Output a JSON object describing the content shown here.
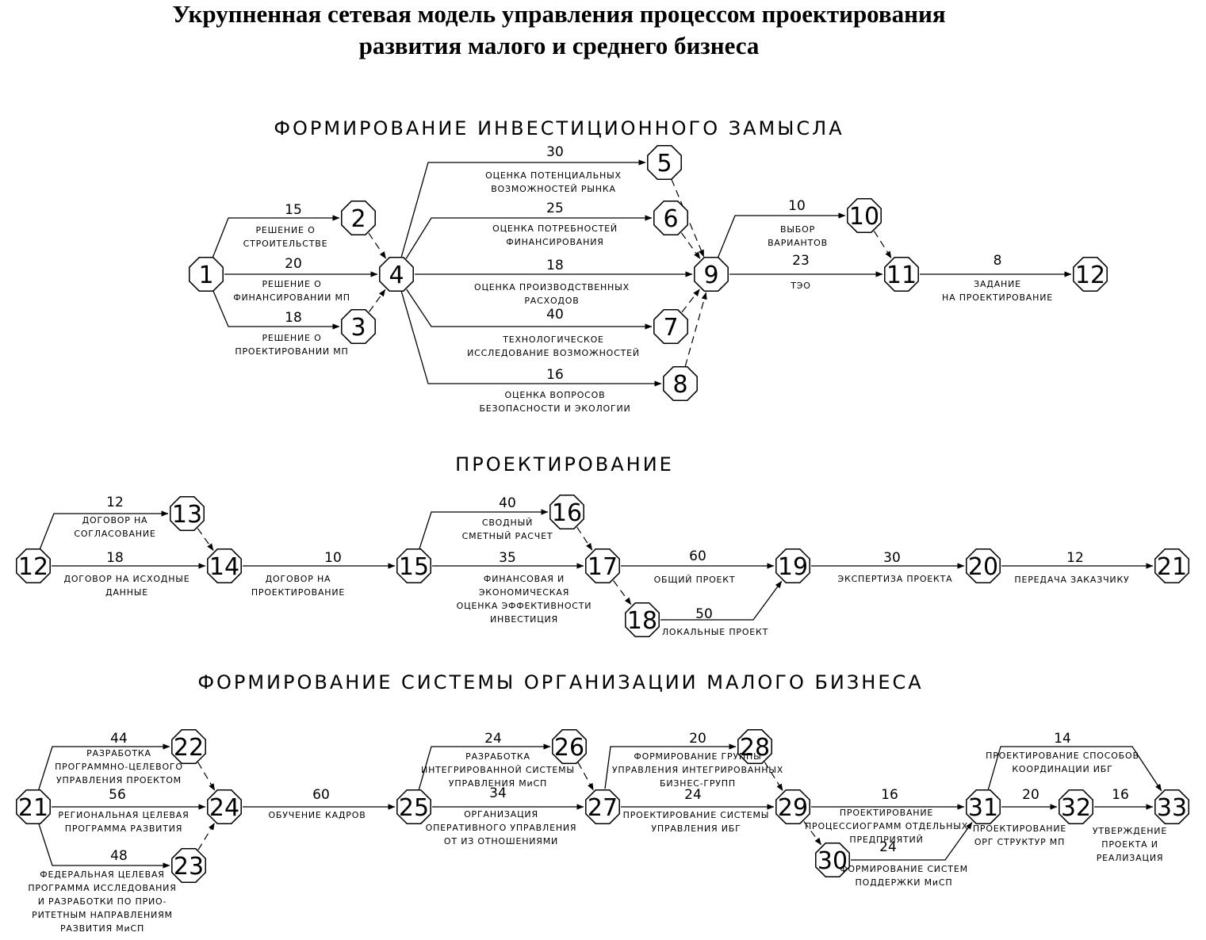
{
  "title": {
    "line1": "Укрупненная сетевая модель управления процессом проектирования",
    "line2": "развития малого и среднего бизнеса"
  },
  "sections": [
    "ФОРМИРОВАНИЕ ИНВЕСТИЦИОННОГО ЗАМЫСЛА",
    "ПРОЕКТИРОВАНИЕ",
    "ФОРМИРОВАНИЕ СИСТЕМЫ ОРГАНИЗАЦИИ МАЛОГО БИЗНЕСА"
  ],
  "nodes": [
    "1",
    "2",
    "3",
    "4",
    "5",
    "6",
    "7",
    "8",
    "9",
    "10",
    "11",
    "12",
    "12",
    "13",
    "14",
    "15",
    "16",
    "17",
    "18",
    "19",
    "20",
    "21",
    "21",
    "22",
    "23",
    "24",
    "25",
    "26",
    "27",
    "28",
    "29",
    "30",
    "31",
    "32",
    "33"
  ],
  "activities": [
    {
      "from": "1",
      "to": "2",
      "duration": "15",
      "label": [
        "РЕШЕНИЕ О",
        "СТРОИТЕЛЬСТВЕ"
      ]
    },
    {
      "from": "1",
      "to": "4",
      "duration": "20",
      "label": [
        "РЕШЕНИЕ О",
        "ФИНАНСИРОВАНИИ МП"
      ]
    },
    {
      "from": "1",
      "to": "3",
      "duration": "18",
      "label": [
        "РЕШЕНИЕ О",
        "ПРОЕКТИРОВАНИИ МП"
      ]
    },
    {
      "from": "4",
      "to": "5",
      "duration": "30",
      "label": [
        "ОЦЕНКА ПОТЕНЦИАЛЬНЫХ",
        "ВОЗМОЖНОСТЕЙ РЫНКА"
      ]
    },
    {
      "from": "4",
      "to": "6",
      "duration": "25",
      "label": [
        "ОЦЕНКА ПОТРЕБНОСТЕЙ",
        "ФИНАНСИРОВАНИЯ"
      ]
    },
    {
      "from": "4",
      "to": "9",
      "duration": "18",
      "label": [
        "ОЦЕНКА ПРОИЗВОДСТВЕННЫХ",
        "РАСХОДОВ"
      ]
    },
    {
      "from": "4",
      "to": "7",
      "duration": "40",
      "label": [
        "ТЕХНОЛОГИЧЕСКОЕ",
        "ИССЛЕДОВАНИЕ ВОЗМОЖНОСТЕЙ"
      ]
    },
    {
      "from": "4",
      "to": "8",
      "duration": "16",
      "label": [
        "ОЦЕНКА ВОПРОСОВ",
        "БЕЗОПАСНОСТИ И ЭКОЛОГИИ"
      ]
    },
    {
      "from": "9",
      "to": "10",
      "duration": "10",
      "label": [
        "ВЫБОР",
        "ВАРИАНТОВ"
      ]
    },
    {
      "from": "9",
      "to": "11",
      "duration": "23",
      "label": [
        "ТЭО"
      ]
    },
    {
      "from": "11",
      "to": "12",
      "duration": "8",
      "label": [
        "ЗАДАНИЕ",
        "НА ПРОЕКТИРОВАНИЕ"
      ]
    },
    {
      "from": "12",
      "to": "13",
      "duration": "12",
      "label": [
        "ДОГОВОР НА",
        "СОГЛАСОВАНИЕ"
      ]
    },
    {
      "from": "12",
      "to": "14",
      "duration": "18",
      "label": [
        "ДОГОВОР НА ИСХОДНЫЕ",
        "ДАННЫЕ"
      ]
    },
    {
      "from": "14",
      "to": "15",
      "duration": "10",
      "label": [
        "ДОГОВОР НА",
        "ПРОЕКТИРОВАНИЕ"
      ]
    },
    {
      "from": "15",
      "to": "16",
      "duration": "40",
      "label": [
        "СВОДНЫЙ",
        "СМЕТНЫЙ РАСЧЕТ"
      ]
    },
    {
      "from": "15",
      "to": "17",
      "duration": "35",
      "label": [
        "ФИНАНСОВАЯ И",
        "ЭКОНОМИЧЕСКАЯ",
        "ОЦЕНКА ЭФФЕКТИВНОСТИ",
        "ИНВЕСТИЦИЯ"
      ]
    },
    {
      "from": "17",
      "to": "19",
      "duration": "60",
      "label": [
        "ОБЩИЙ ПРОЕКТ"
      ]
    },
    {
      "from": "18",
      "to": "19",
      "duration": "50",
      "label": [
        "ЛОКАЛЬНЫЕ ПРОЕКТ"
      ]
    },
    {
      "from": "19",
      "to": "20",
      "duration": "30",
      "label": [
        "ЭКСПЕРТИЗА ПРОЕКТА"
      ]
    },
    {
      "from": "20",
      "to": "21",
      "duration": "12",
      "label": [
        "ПЕРЕДАЧА ЗАКАЗЧИКУ"
      ]
    },
    {
      "from": "21",
      "to": "22",
      "duration": "44",
      "label": [
        "РАЗРАБОТКА",
        "ПРОГРАММНО-ЦЕЛЕВОГО",
        "УПРАВЛЕНИЯ ПРОЕКТОМ"
      ]
    },
    {
      "from": "21",
      "to": "24",
      "duration": "56",
      "label": [
        "РЕГИОНАЛЬНАЯ ЦЕЛЕВАЯ",
        "ПРОГРАММА РАЗВИТИЯ"
      ]
    },
    {
      "from": "21",
      "to": "23",
      "duration": "48",
      "label": [
        "ФЕДЕРАЛЬНАЯ ЦЕЛЕВАЯ",
        "ПРОГРАММА ИССЛЕДОВАНИЯ",
        "И РАЗРАБОТКИ ПО ПРИО-",
        "РИТЕТНЫМ НАПРАВЛЕНИЯМ",
        "РАЗВИТИЯ МиСП"
      ]
    },
    {
      "from": "24",
      "to": "25",
      "duration": "60",
      "label": [
        "ОБУЧЕНИЕ КАДРОВ"
      ]
    },
    {
      "from": "25",
      "to": "26",
      "duration": "24",
      "label": [
        "РАЗРАБОТКА",
        "ИНТЕГРИРОВАННОЙ СИСТЕМЫ",
        "УПРАВЛЕНИЯ МиСП"
      ]
    },
    {
      "from": "25",
      "to": "27",
      "duration": "34",
      "label": [
        "ОРГАНИЗАЦИЯ",
        "ОПЕРАТИВНОГО УПРАВЛЕНИЯ",
        "ОТ ИЗ ОТНОШЕНИЯМИ"
      ]
    },
    {
      "from": "27",
      "to": "28",
      "duration": "20",
      "label": [
        "ФОРМИРОВАНИЕ ГРУППЫ",
        "УПРАВЛЕНИЯ ИНТЕГРИРОВАННЫХ",
        "БИЗНЕС-ГРУПП"
      ]
    },
    {
      "from": "27",
      "to": "29",
      "duration": "24",
      "label": [
        "ПРОЕКТИРОВАНИЕ СИСТЕМЫ",
        "УПРАВЛЕНИЯ ИБГ"
      ]
    },
    {
      "from": "29",
      "to": "31",
      "duration": "16",
      "label": [
        "ПРОЕКТИРОВАНИЕ",
        "ПРОЦЕССИОГРАММ ОТДЕЛЬНЫХ",
        "ПРЕДПРИЯТИЙ"
      ]
    },
    {
      "from": "30",
      "to": "31",
      "duration": "24",
      "label": [
        "ФОРМИРОВАНИЕ СИСТЕМ",
        "ПОДДЕРЖКИ МиСП"
      ]
    },
    {
      "from": "31",
      "to": "33",
      "duration": "14",
      "label": [
        "ПРОЕКТИРОВАНИЕ СПОСОБОВ",
        "КООРДИНАЦИИ ИБГ"
      ]
    },
    {
      "from": "31",
      "to": "32",
      "duration": "20",
      "label": [
        "ПРОЕКТИРОВАНИЕ",
        "ОРГ СТРУКТУР МП"
      ]
    },
    {
      "from": "32",
      "to": "33",
      "duration": "16",
      "label": [
        "УТВЕРЖДЕНИЕ",
        "ПРОЕКТА И",
        "РЕАЛИЗАЦИЯ"
      ]
    }
  ]
}
